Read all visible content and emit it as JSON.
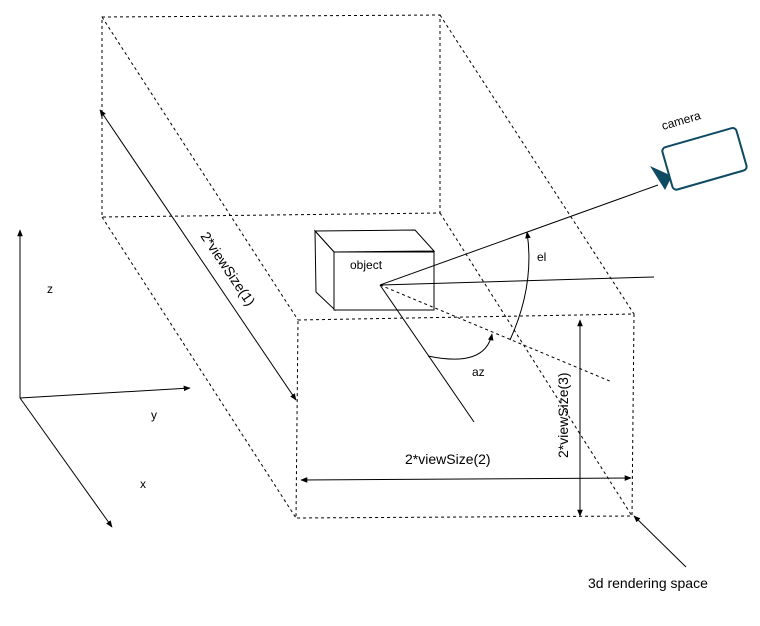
{
  "labels": {
    "camera": "camera",
    "object": "object",
    "el": "el",
    "az": "az",
    "view_size_1": "2*viewSize(1)",
    "view_size_2": "2*viewSize(2)",
    "view_size_3": "2*viewSize(3)",
    "rendering_space": "3d rendering space",
    "axis_z": "z",
    "axis_y": "y",
    "axis_x": "x"
  }
}
